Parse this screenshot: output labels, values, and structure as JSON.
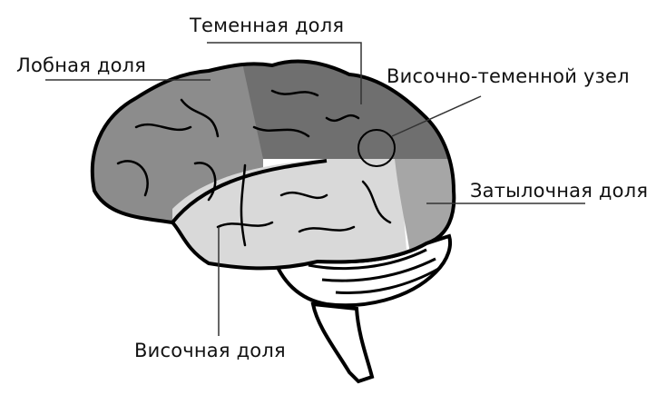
{
  "diagram": {
    "subject": "Brain lateral view with lobes",
    "labels": {
      "frontal": "Лобная доля",
      "parietal": "Теменная доля",
      "temporoparietal_junction": "Височно-теменной узел",
      "occipital": "Затылочная доля",
      "temporal": "Височная доля"
    },
    "colors": {
      "frontal": "#8c8c8c",
      "parietal": "#6f6f6f",
      "temporal": "#d9d9d9",
      "occipital": "#a6a6a6",
      "cerebellum": "#ffffff",
      "outline": "#000000",
      "leader_line": "#333333"
    }
  }
}
